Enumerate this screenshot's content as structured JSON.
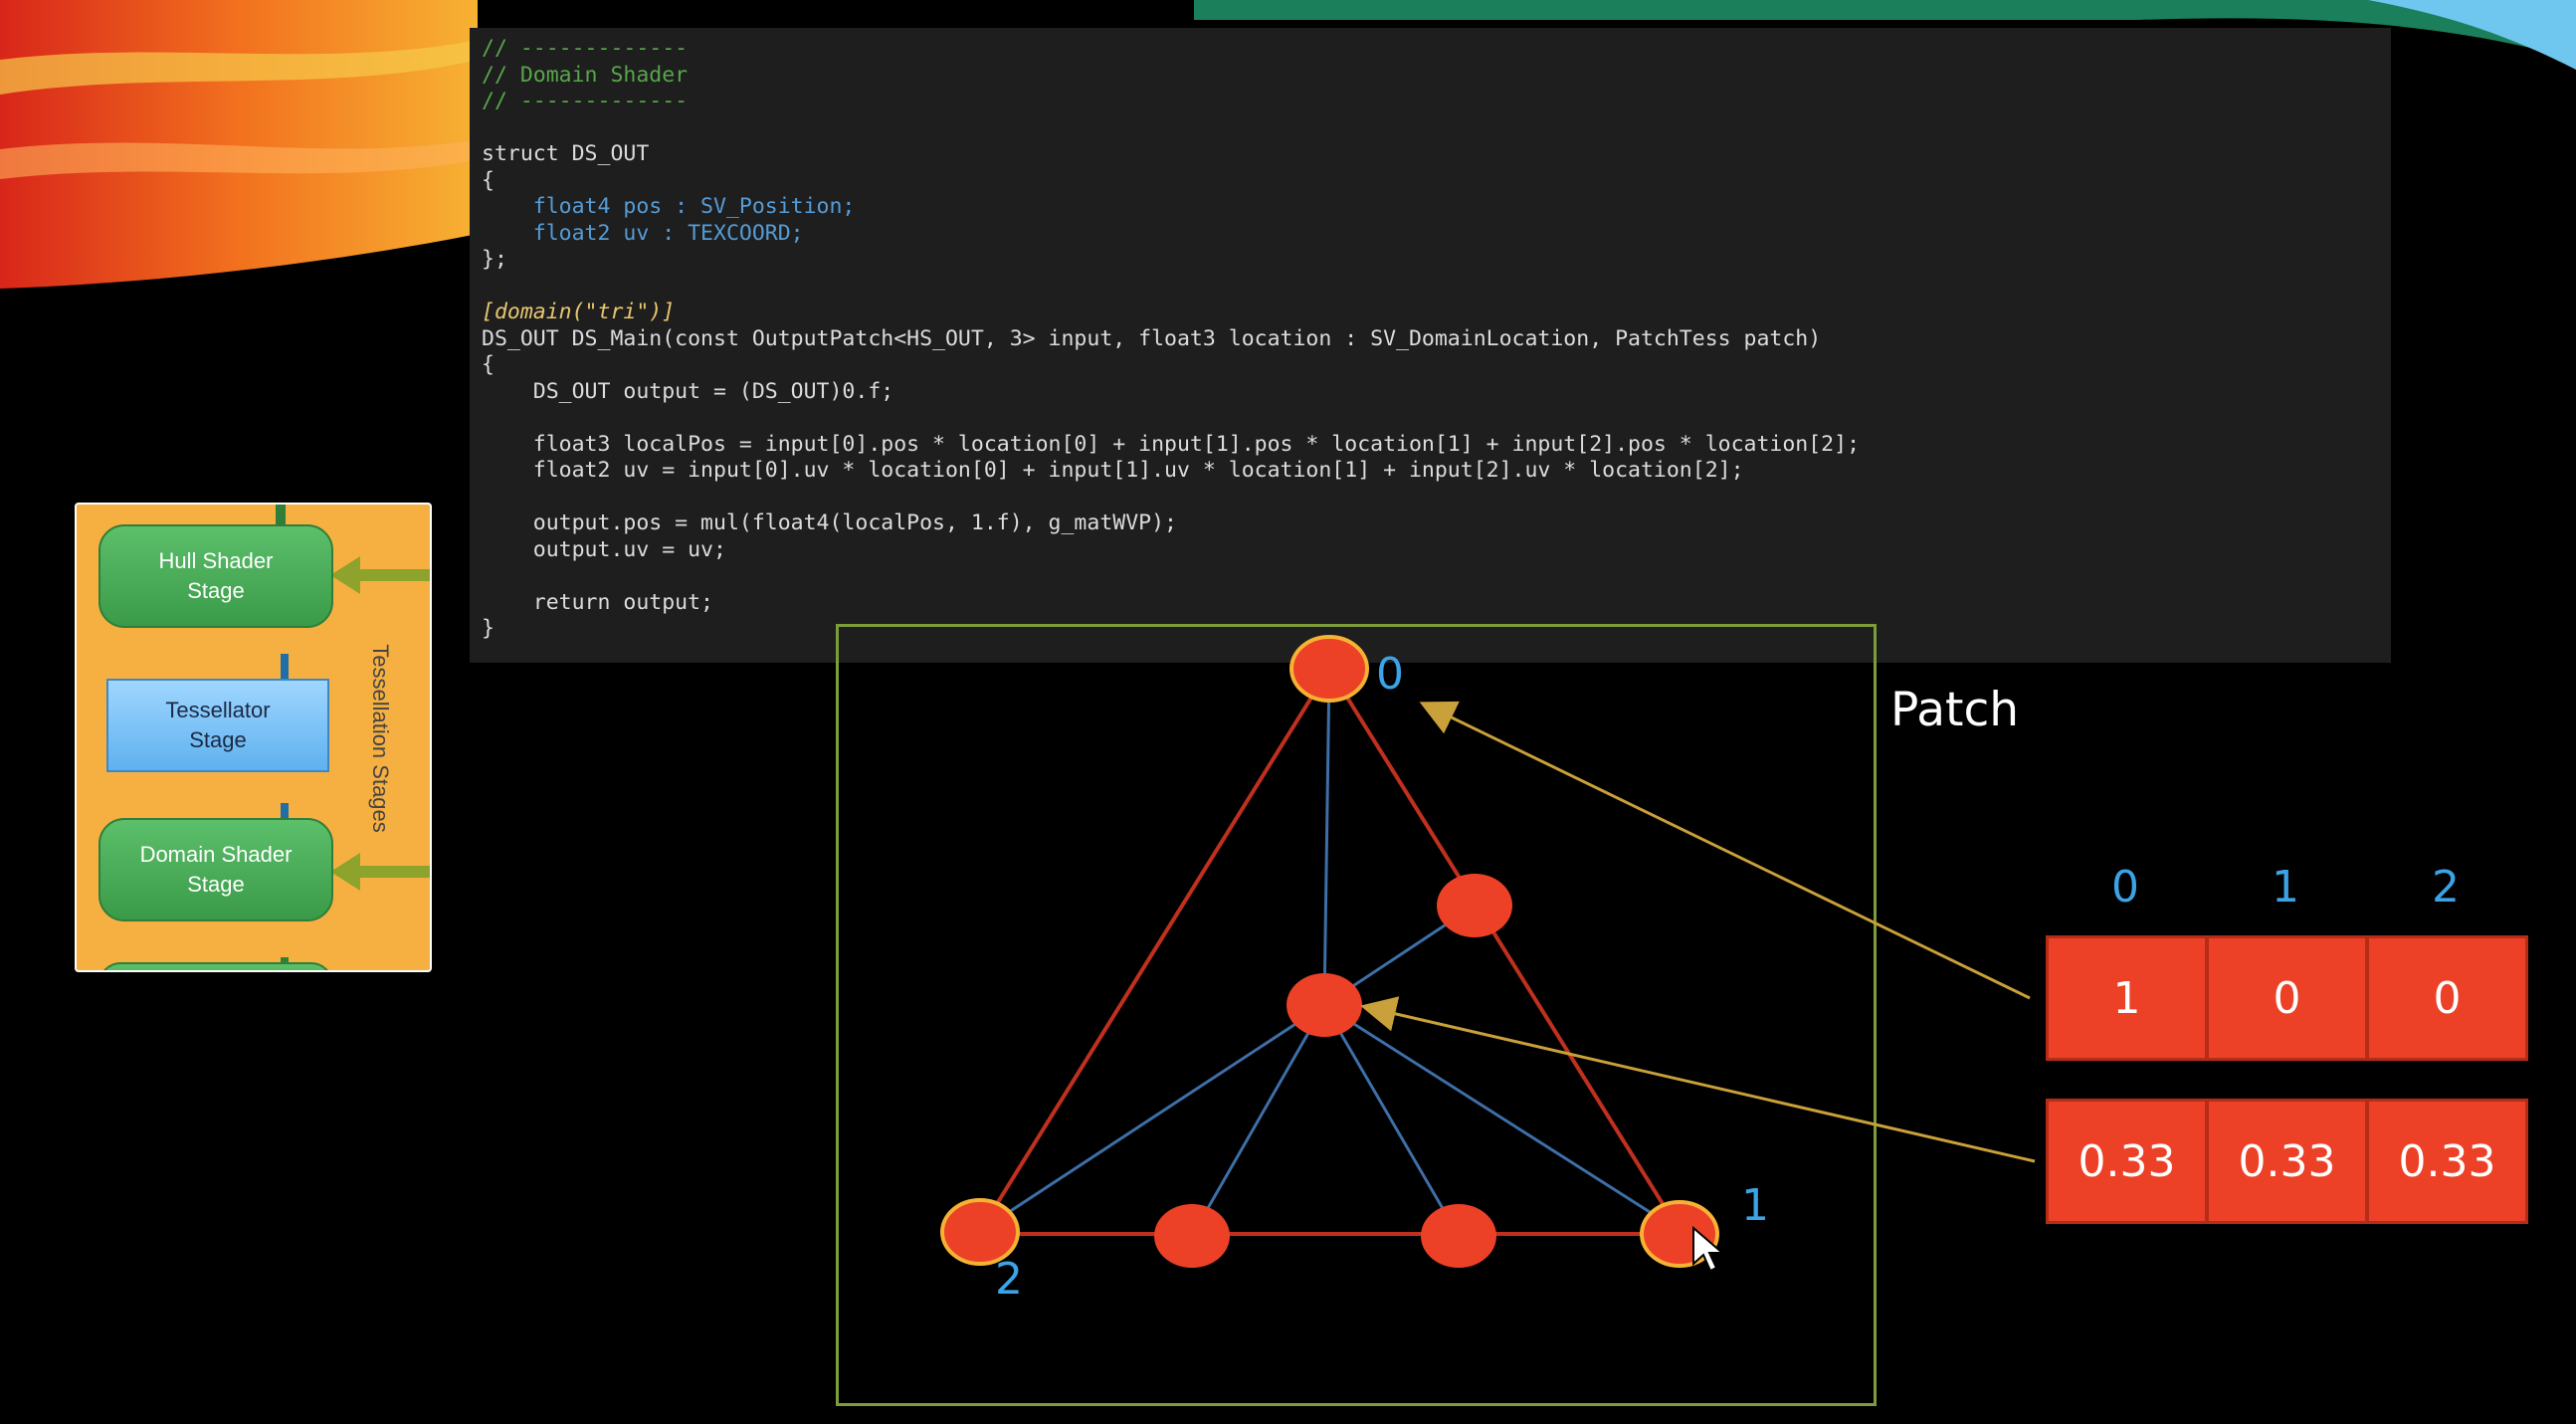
{
  "code": {
    "lines": [
      "// -------------",
      "// Domain Shader",
      "// -------------",
      "",
      "struct DS_OUT",
      "{",
      "    float4 pos : SV_Position;",
      "    float2 uv : TEXCOORD;",
      "};",
      "",
      "[domain(\"tri\")]",
      "DS_OUT DS_Main(const OutputPatch<HS_OUT, 3> input, float3 location : SV_DomainLocation, PatchTess patch)",
      "{",
      "    DS_OUT output = (DS_OUT)0.f;",
      "",
      "    float3 localPos = input[0].pos * location[0] + input[1].pos * location[1] + input[2].pos * location[2];",
      "    float2 uv = input[0].uv * location[0] + input[1].uv * location[1] + input[2].uv * location[2];",
      "",
      "    output.pos = mul(float4(localPos, 1.f), g_matWVP);",
      "    output.uv = uv;",
      "",
      "    return output;",
      "}"
    ]
  },
  "stages": {
    "hull": "Hull Shader\nStage",
    "tessellator": "Tessellator\nStage",
    "domain": "Domain Shader\nStage",
    "side_label": "Tessellation Stages"
  },
  "patch": {
    "label": "Patch",
    "vertex_labels": [
      "0",
      "1",
      "2"
    ]
  },
  "location_table": {
    "headers": [
      "0",
      "1",
      "2"
    ],
    "rows": [
      [
        "1",
        "0",
        "0"
      ],
      [
        "0.33",
        "0.33",
        "0.33"
      ]
    ]
  },
  "colors": {
    "node_fill": "#ec4127",
    "node_outline": "#f7b233",
    "outer_edge": "#c0301e",
    "inner_edge": "#3d6fa8",
    "arrow": "#c9a03a",
    "label_blue": "#3ba3e6"
  }
}
